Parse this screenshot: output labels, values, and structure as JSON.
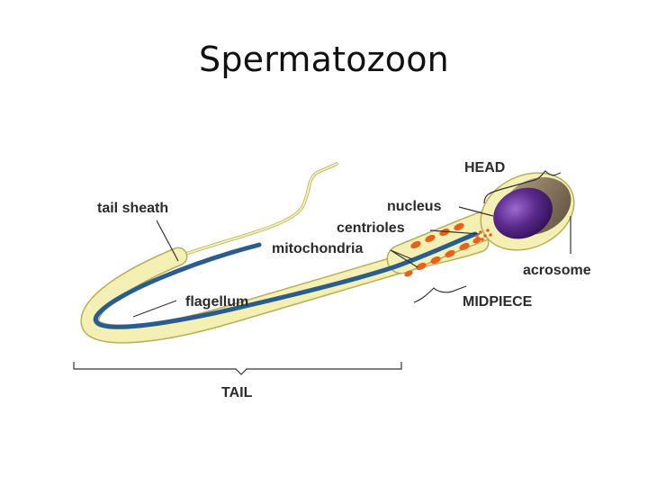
{
  "slide": {
    "title": "Spermatozoon"
  },
  "diagram": {
    "labels": {
      "head": "HEAD",
      "nucleus": "nucleus",
      "centrioles": "centrioles",
      "mitochondria": "mitochondria",
      "acrosome": "acrosome",
      "midpiece": "MIDPIECE",
      "tail_sheath": "tail sheath",
      "flagellum": "flagellum",
      "tail": "TAIL"
    },
    "colors": {
      "sheath": "#f4f0b4",
      "sheath_outline": "#b8ae5a",
      "flagellum": "#2a5d8f",
      "nucleus": "#5b2a8c",
      "acrosome": "#8a7a62",
      "mitochondria": "#e8611c"
    }
  }
}
